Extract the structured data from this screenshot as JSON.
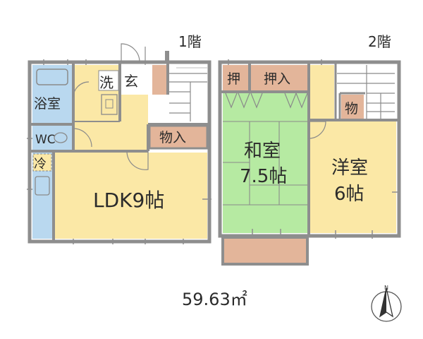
{
  "floors": {
    "first": {
      "label": "1階",
      "rooms": {
        "bath": "浴室",
        "washroom": "洗",
        "entrance": "玄",
        "toilet": "WC",
        "storage": "物入",
        "fridge": "冷",
        "ldk": "LDK9帖"
      }
    },
    "second": {
      "label": "2階",
      "rooms": {
        "closet_small": "押",
        "closet": "押入",
        "storage_small": "物",
        "japanese_room_name": "和室",
        "japanese_room_size": "7.5帖",
        "western_room_name": "洋室",
        "western_room_size": "6帖"
      }
    }
  },
  "area": "59.63㎡",
  "compass": {
    "label": "N"
  },
  "colors": {
    "wall": "#8e8e8e",
    "ldk": "#fbe8a6",
    "water": "#b9d8ef",
    "storage": "#e3b59a",
    "japanese": "#b6eaa2",
    "western": "#fbe8a6",
    "stair": "#ffffff"
  }
}
